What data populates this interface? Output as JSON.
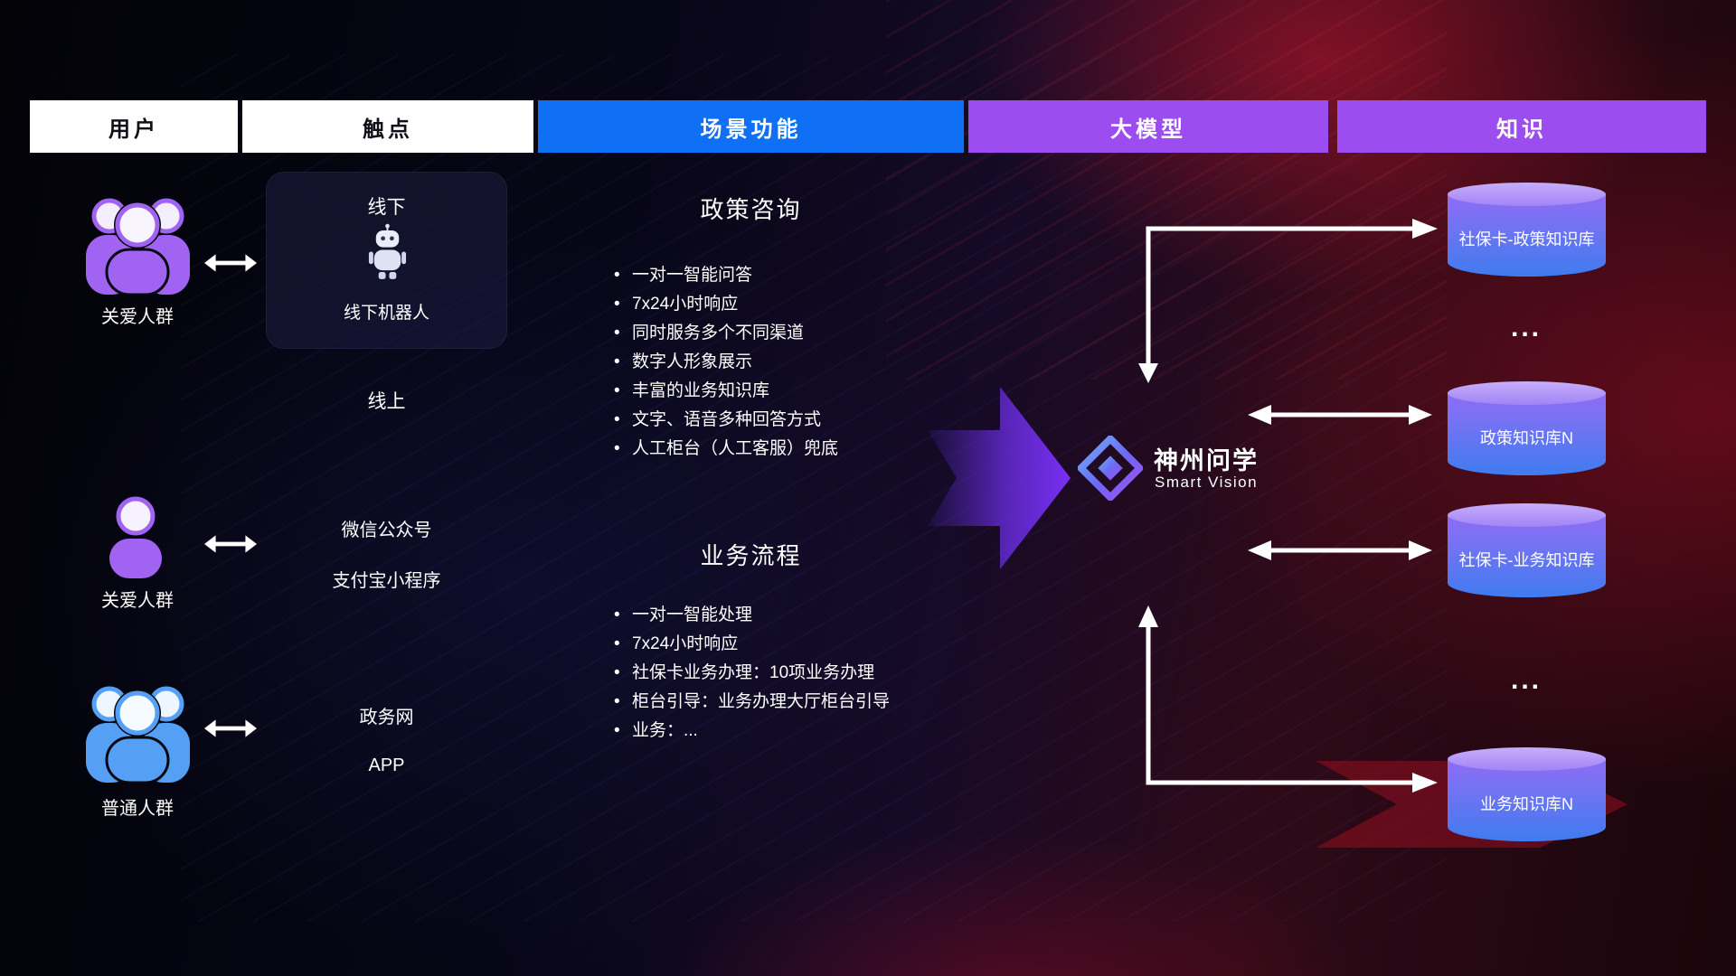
{
  "header": {
    "columns": [
      {
        "label": "用户"
      },
      {
        "label": "触点"
      },
      {
        "label": "场景功能"
      },
      {
        "label": "大模型"
      },
      {
        "label": "知识"
      }
    ]
  },
  "users": {
    "rows": [
      {
        "label": "关爱人群",
        "icon": "user-group",
        "color": "purple"
      },
      {
        "label": "关爱人群",
        "icon": "user-single",
        "color": "purple"
      },
      {
        "label": "普通人群",
        "icon": "user-group",
        "color": "blue"
      }
    ]
  },
  "touchpoints": {
    "offline_title": "线下",
    "offline_robot_label": "线下机器人",
    "robot_icon": "robot-icon",
    "online_title": "线上",
    "channels": [
      "微信公众号",
      "支付宝小程序",
      "政务网",
      "APP"
    ]
  },
  "scene": {
    "policy": {
      "title": "政策咨询",
      "items": [
        "一对一智能问答",
        "7x24小时响应",
        "同时服务多个不同渠道",
        "数字人形象展示",
        "丰富的业务知识库",
        "文字、语音多种回答方式",
        "人工柜台（人工客服）兜底"
      ]
    },
    "business": {
      "title": "业务流程",
      "items": [
        "一对一智能处理",
        "7x24小时响应",
        "社保卡业务办理：10项业务办理",
        "柜台引导：业务办理大厅柜台引导",
        "业务：..."
      ]
    }
  },
  "model": {
    "name": "神州问学",
    "subtitle": "Smart Vision",
    "logo_icon": "diamond-gem-icon"
  },
  "knowledge": {
    "items": [
      {
        "type": "db",
        "label": "社保卡-政策知识库"
      },
      {
        "type": "ellipsis",
        "label": "..."
      },
      {
        "type": "db",
        "label": "政策知识库N"
      },
      {
        "type": "db",
        "label": "社保卡-业务知识库"
      },
      {
        "type": "ellipsis",
        "label": "..."
      },
      {
        "type": "db",
        "label": "业务知识库N"
      }
    ]
  },
  "colors": {
    "header_blue": "#0f6ff5",
    "header_purple": "#9b4df0",
    "user_purple": "#a163f2",
    "user_blue": "#55a0f5",
    "arrow_white": "#ffffff",
    "big_arrow_purple": "#7a2ff5",
    "db_gradient_top": "#b9a0f8",
    "db_gradient_bottom": "#3f7bef"
  }
}
